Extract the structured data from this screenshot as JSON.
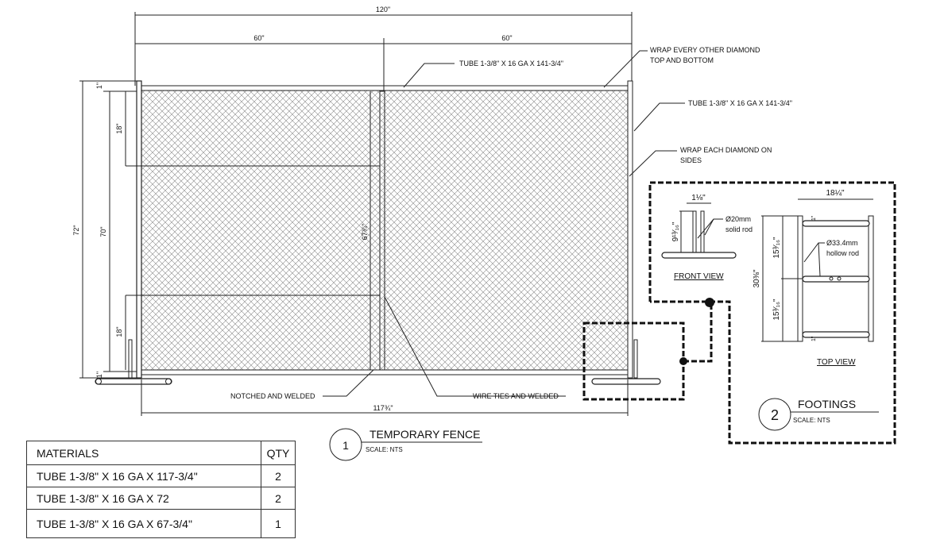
{
  "fence": {
    "dims": {
      "overall_width": "120\"",
      "half_left": "60\"",
      "half_right": "60\"",
      "overall_height": "72\"",
      "mesh_height": "70\"",
      "brace_top": "18\"",
      "brace_bottom": "18\"",
      "top_gap": "1\"",
      "bottom_gap": "1\"",
      "mesh_width": "117¾\"",
      "middle_post": "67¾\""
    },
    "notes": {
      "top_rail": "TUBE 1-3/8\" X 16 GA X 141-3/4\"",
      "wrap_top_1": "WRAP EVERY OTHER  DIAMOND",
      "wrap_top_2": "TOP AND BOTTOM",
      "side_tube": "TUBE 1-3/8\" X 16 GA X 141-3/4\"",
      "wrap_side_1": "WRAP EACH DIAMOND ON",
      "wrap_side_2": "SIDES",
      "notched": "NOTCHED AND WELDED",
      "wire_ties": "WIRE TIES AND WELDED"
    },
    "title": {
      "number": "1",
      "name": "TEMPORARY FENCE",
      "scale": "SCALE:   NTS"
    }
  },
  "footings": {
    "front_view": {
      "label": "FRONT VIEW",
      "width": "1⅛\"",
      "height": "9¹³⁄₁₆\"",
      "rod_1": "Ø20mm",
      "rod_2": "solid rod"
    },
    "top_view": {
      "label": "TOP VIEW",
      "width": "18¼\"",
      "total": "30⅜\"",
      "half_top": "15³⁄₁₆\"",
      "half_bottom": "15³⁄₁₆\"",
      "gap_top": "1\"",
      "gap_bottom": "1\"",
      "rod_1": "Ø33.4mm",
      "rod_2": "hollow rod"
    },
    "title": {
      "number": "2",
      "name": "FOOTINGS",
      "scale": "SCALE:   NTS"
    }
  },
  "materials": {
    "headers": [
      "MATERIALS",
      "QTY"
    ],
    "rows": [
      [
        "TUBE 1-3/8\" X 16 GA X 117-3/4\"",
        "2"
      ],
      [
        "TUBE 1-3/8\" X 16 GA X 72",
        "2"
      ],
      [
        "TUBE 1-3/8\" X 16 GA X 67-3/4\"",
        "1"
      ]
    ]
  }
}
